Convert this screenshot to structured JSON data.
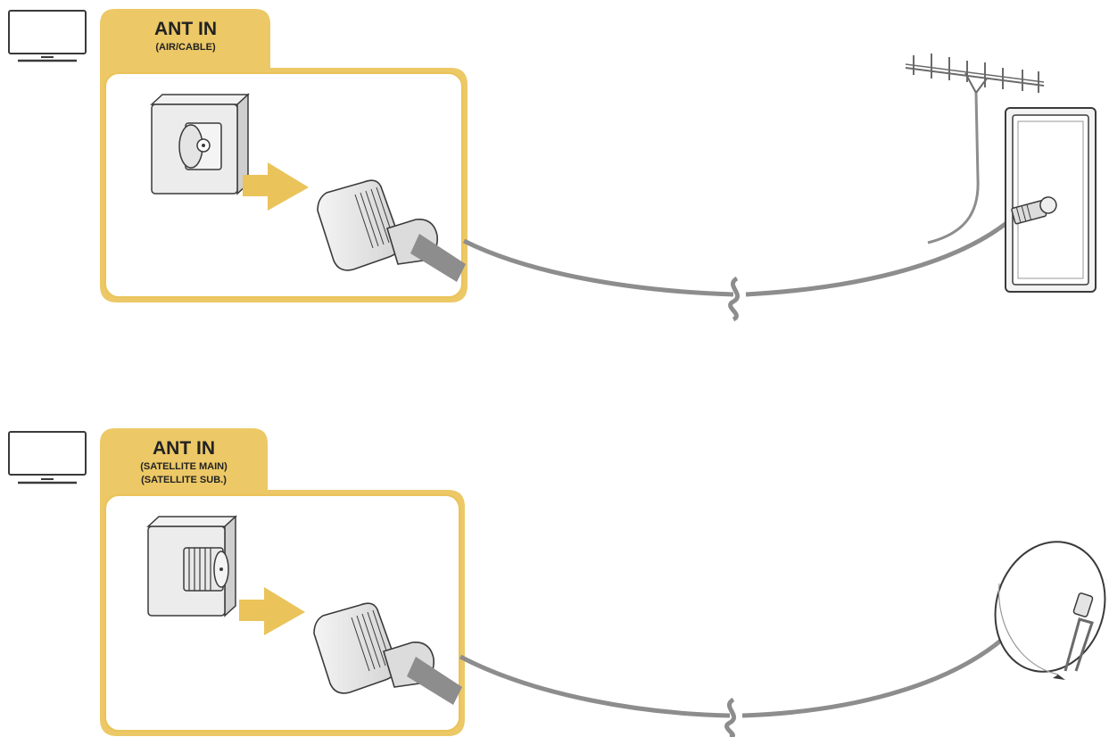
{
  "sections": [
    {
      "tab_title": "ANT IN",
      "tab_sub_lines": [
        "(AIR/CABLE)"
      ],
      "device": "tv-icon",
      "source": "antenna-wall-outlet"
    },
    {
      "tab_title": "ANT IN",
      "tab_sub_lines": [
        "(SATELLITE MAIN)",
        "(SATELLITE SUB.)"
      ],
      "device": "tv-icon",
      "source": "satellite-dish"
    }
  ],
  "colors": {
    "accent": "#EAC35A",
    "accent_fill": "#ECC866",
    "cable": "#8D8D8D",
    "line": "#3A3A3A"
  }
}
